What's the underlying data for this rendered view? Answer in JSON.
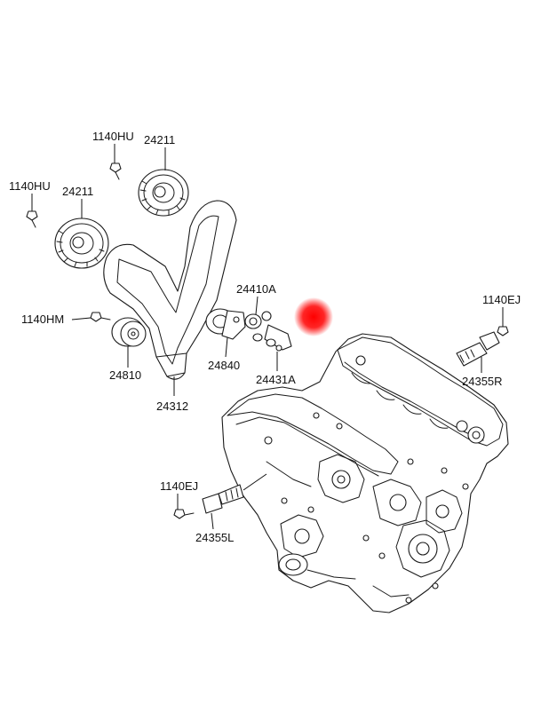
{
  "labels": {
    "bolt_hu_top": "1140HU",
    "sprocket_top": "24211",
    "bolt_hu_left": "1140HU",
    "sprocket_left": "24211",
    "bolt_hm": "1140HM",
    "idler": "24810",
    "belt": "24312",
    "tensioner": "24840",
    "tensioner_arm": "24410A",
    "tensioner_bolt": "24431A",
    "bolt_ej_right": "1140EJ",
    "solenoid_right": "24355R",
    "bolt_ej_left": "1140EJ",
    "solenoid_left": "24355L"
  },
  "colors": {
    "line": "#111111",
    "marker": "#ff0000",
    "background": "#ffffff"
  },
  "icons": {
    "marker": "red-dot-marker-icon"
  }
}
